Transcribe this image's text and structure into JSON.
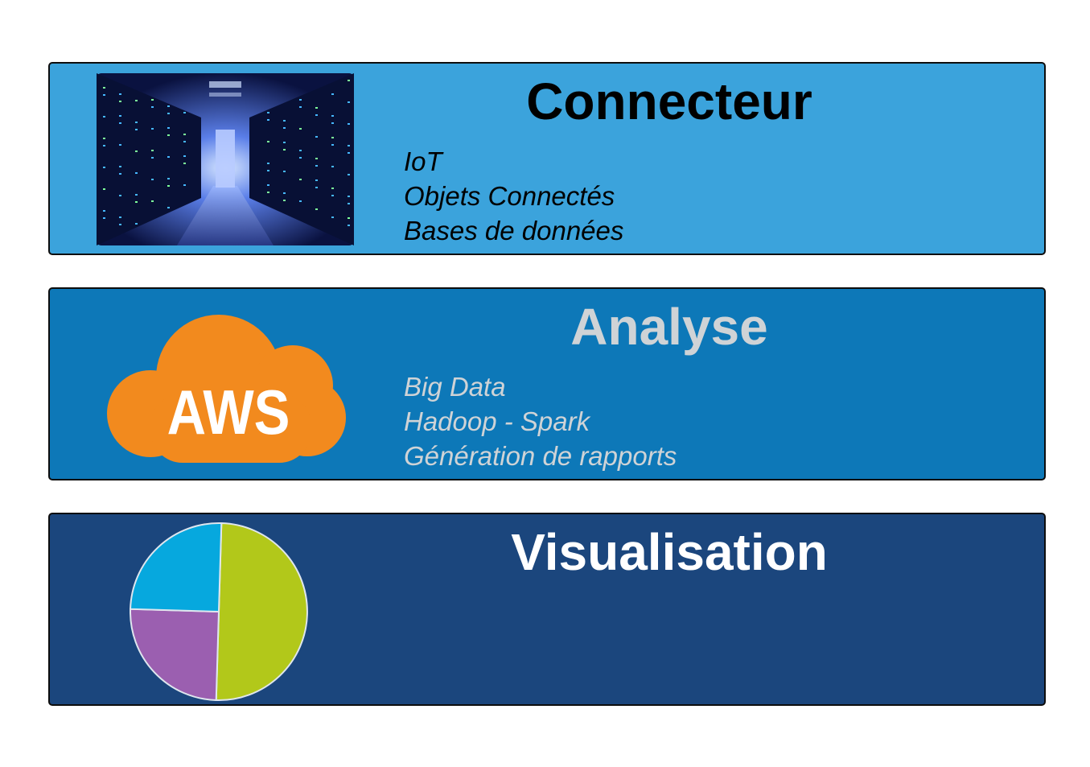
{
  "colors": {
    "panel1_bg": "#3ba3dc",
    "panel2_bg": "#0d78b8",
    "panel3_bg": "#1b467d",
    "panel1_text": "#000000",
    "panel2_text": "#cfd3d6",
    "panel3_text": "#ffffff",
    "aws_orange": "#f28a1e",
    "pie_green": "#b2c81a",
    "pie_purple": "#9b5fb0",
    "pie_blue": "#06a8de"
  },
  "panels": [
    {
      "title": "Connecteur",
      "items": [
        "IoT",
        "Objets Connectés",
        "Bases de données"
      ],
      "icon": "server-room-image"
    },
    {
      "title": "Analyse",
      "items": [
        "Big Data",
        "Hadoop - Spark",
        "Génération de rapports"
      ],
      "icon": "aws-cloud-logo",
      "logo_text": "AWS"
    },
    {
      "title": "Visualisation",
      "items": [],
      "icon": "pie-chart-icon"
    }
  ],
  "pie": {
    "slices": [
      {
        "value": 50,
        "color": "#b2c81a"
      },
      {
        "value": 25,
        "color": "#9b5fb0"
      },
      {
        "value": 25,
        "color": "#06a8de"
      }
    ]
  }
}
